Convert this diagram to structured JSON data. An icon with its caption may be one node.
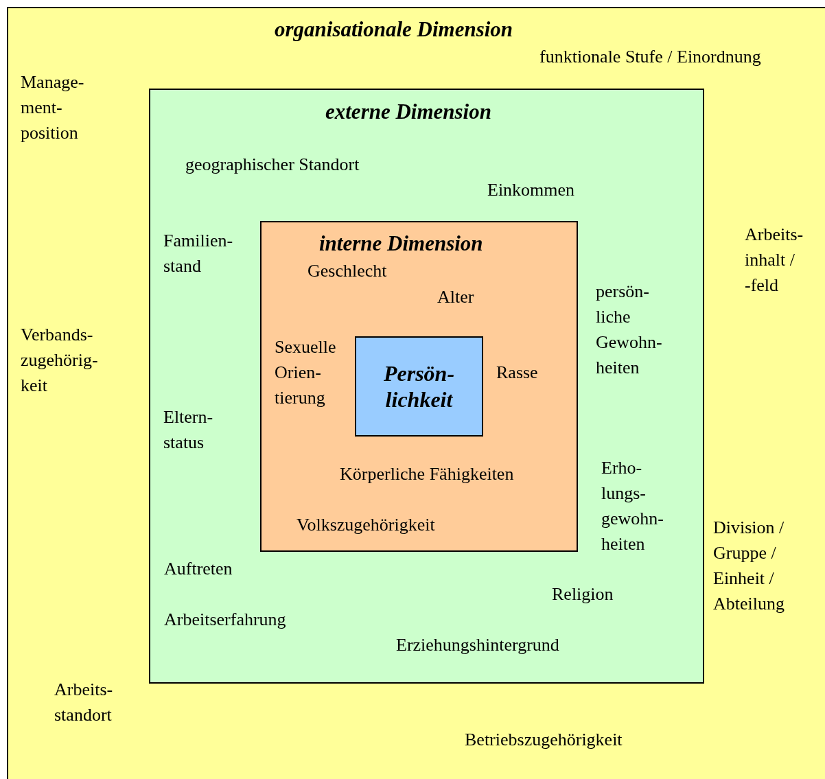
{
  "diagram": {
    "nodes": [
      {
        "text": [
          "organisationale Dimension",
          "funktionale Stufe / Einordnung",
          "Manage- ment- position",
          "Arbeits- inhalt / -feld",
          "Verbands- zugehörig- keit",
          "Division / Gruppe / Einheit / Abteilung",
          "Arbeits- standort",
          "Betriebszugehörigkeit"
        ]
      },
      {
        "text": [
          "externe Dimension",
          "geographischer Standort",
          "Einkommen",
          "Familien- stand",
          "persön- liche Gewohn- heiten",
          "Eltern- status",
          "Erho- lungs- gewohn- heiten",
          "Auftreten",
          "Religion",
          "Arbeitserfahrung",
          "Erziehungshintergrund"
        ],
        "in": 0
      },
      {
        "text": [
          "interne Dimension",
          "Geschlecht",
          "Alter",
          "Sexuelle Orien- tierung",
          "Rasse",
          "Körperliche Fähigkeiten",
          "Volkszugehörigkeit"
        ],
        "in": 1
      },
      {
        "text": [
          "Persön- lichkeit"
        ],
        "in": 2
      }
    ]
  }
}
